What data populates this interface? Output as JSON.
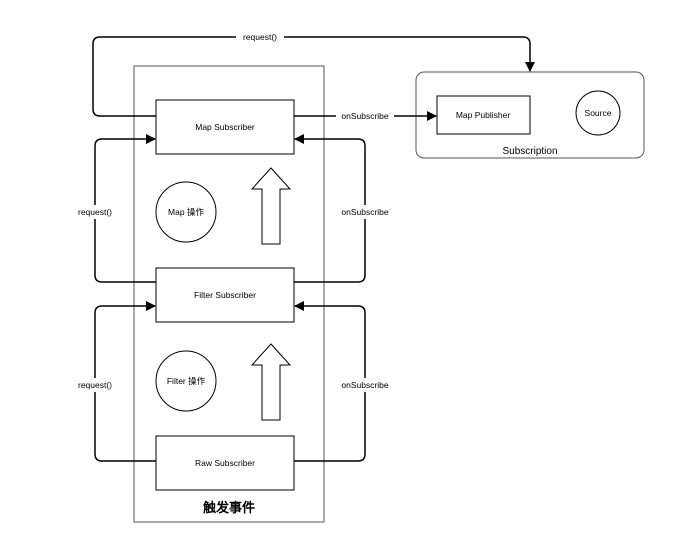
{
  "diagram": {
    "container_label": "触发事件",
    "subscription_label": "Subscription",
    "nodes": {
      "map_subscriber": "Map Subscriber",
      "filter_subscriber": "Filter Subscriber",
      "raw_subscriber": "Raw Subscriber",
      "map_publisher": "Map Publisher",
      "source": "Source",
      "map_op": "Map 操作",
      "filter_op": "Filter 操作"
    },
    "edges": {
      "top_request": "request()",
      "map_to_publisher": "onSubscribe",
      "left_request_upper": "request()",
      "right_onsubscribe_upper": "onSubscribe",
      "left_request_lower": "request()",
      "right_onsubscribe_lower": "onSubscribe"
    }
  }
}
